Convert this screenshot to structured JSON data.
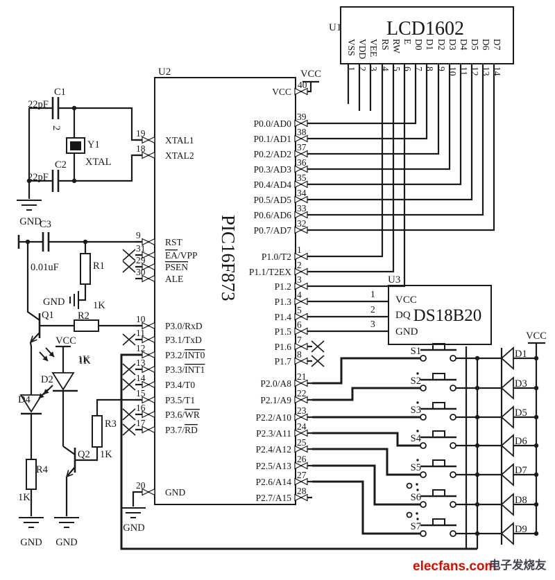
{
  "labels": {
    "vcc": "VCC",
    "gnd": "GND"
  },
  "lcd": {
    "ref": "U1",
    "title": "LCD1602",
    "pins": [
      {
        "num": "1",
        "name": "VSS"
      },
      {
        "num": "2",
        "name": "VDD"
      },
      {
        "num": "3",
        "name": "VEE"
      },
      {
        "num": "4",
        "name": "RS"
      },
      {
        "num": "5",
        "name": "RW"
      },
      {
        "num": "6",
        "name": "E"
      },
      {
        "num": "7",
        "name": "D0"
      },
      {
        "num": "8",
        "name": "D1"
      },
      {
        "num": "9",
        "name": "D2"
      },
      {
        "num": "10",
        "name": "D3"
      },
      {
        "num": "11",
        "name": "D4"
      },
      {
        "num": "12",
        "name": "D5"
      },
      {
        "num": "13",
        "name": "D6"
      },
      {
        "num": "14",
        "name": "D7"
      }
    ]
  },
  "mcu": {
    "ref": "U2",
    "title": "PIC16F873",
    "left_pins": [
      {
        "num": "19",
        "name": "XTAL1"
      },
      {
        "num": "18",
        "name": "XTAL2"
      },
      {
        "num": "9",
        "name": "RST"
      },
      {
        "num": "31",
        "name": "~EA~/VPP",
        "nc": true
      },
      {
        "num": "29",
        "name": "~PSEN~",
        "nc": true
      },
      {
        "num": "30",
        "name": "ALE"
      },
      {
        "num": "10",
        "name": "P3.0/RxD"
      },
      {
        "num": "11",
        "name": "P3.1/TxD",
        "nc": true
      },
      {
        "num": "12",
        "name": "P3.2/~INT0~"
      },
      {
        "num": "13",
        "name": "P3.3/~INT1~",
        "nc": true
      },
      {
        "num": "14",
        "name": "P3.4/T0",
        "nc": true
      },
      {
        "num": "15",
        "name": "P3.5/T1"
      },
      {
        "num": "16",
        "name": "P3.6/~WR~",
        "nc": true
      },
      {
        "num": "17",
        "name": "P3.7/~RD~",
        "nc": true
      },
      {
        "num": "20",
        "name": "GND"
      }
    ],
    "right_pins": [
      {
        "num": "40",
        "name": "VCC"
      },
      {
        "num": "39",
        "name": "P0.0/AD0"
      },
      {
        "num": "38",
        "name": "P0.1/AD1"
      },
      {
        "num": "37",
        "name": "P0.2/AD2"
      },
      {
        "num": "36",
        "name": "P0.3/AD3"
      },
      {
        "num": "35",
        "name": "P0.4/AD4"
      },
      {
        "num": "34",
        "name": "P0.5/AD5"
      },
      {
        "num": "33",
        "name": "P0.6/AD6"
      },
      {
        "num": "32",
        "name": "P0.7/AD7"
      },
      {
        "num": "1",
        "name": "P1.0/T2"
      },
      {
        "num": "2",
        "name": "P1.1/T2EX"
      },
      {
        "num": "3",
        "name": "P1.2"
      },
      {
        "num": "4",
        "name": "P1.3"
      },
      {
        "num": "5",
        "name": "P1.4"
      },
      {
        "num": "6",
        "name": "P1.5"
      },
      {
        "num": "7",
        "name": "P1.6",
        "nc": true
      },
      {
        "num": "8",
        "name": "P1.7",
        "nc": true
      },
      {
        "num": "21",
        "name": "P2.0/A8"
      },
      {
        "num": "22",
        "name": "P2.1/A9"
      },
      {
        "num": "23",
        "name": "P2.2/A10"
      },
      {
        "num": "24",
        "name": "P2.3/A11"
      },
      {
        "num": "25",
        "name": "P2.4/A12"
      },
      {
        "num": "26",
        "name": "P2.5/A13"
      },
      {
        "num": "27",
        "name": "P2.6/A14"
      },
      {
        "num": "28",
        "name": "P2.7/A15"
      }
    ]
  },
  "sensor": {
    "ref": "U3",
    "title": "DS18B20",
    "pins": [
      {
        "num": "1",
        "name": "VCC"
      },
      {
        "num": "2",
        "name": "DQ"
      },
      {
        "num": "3",
        "name": "GND"
      }
    ]
  },
  "components": {
    "c1": {
      "ref": "C1",
      "value": "22pF"
    },
    "c2": {
      "ref": "C2",
      "value": "22pF"
    },
    "c3": {
      "ref": "C3",
      "value": "0.01uF"
    },
    "y1": {
      "ref": "Y1",
      "value": "XTAL",
      "note": "2"
    },
    "r1": {
      "ref": "R1",
      "value": "1K"
    },
    "r2": {
      "ref": "R2",
      "value": "1K"
    },
    "r3": {
      "ref": "R3",
      "value": "1K"
    },
    "r4": {
      "ref": "R4",
      "value": "1K"
    },
    "q1": {
      "ref": "Q1"
    },
    "q2": {
      "ref": "Q2"
    },
    "d2": {
      "ref": "D2"
    },
    "d4": {
      "ref": "D4"
    }
  },
  "buttons": [
    "S1",
    "S2",
    "S3",
    "S4",
    "S5",
    "S6",
    "S7"
  ],
  "diodes": [
    "D1",
    "D3",
    "D5",
    "D6",
    "D7",
    "D8",
    "D9"
  ],
  "watermark": {
    "logo": "elecfans.com",
    "site_name": "电子发烧友"
  }
}
